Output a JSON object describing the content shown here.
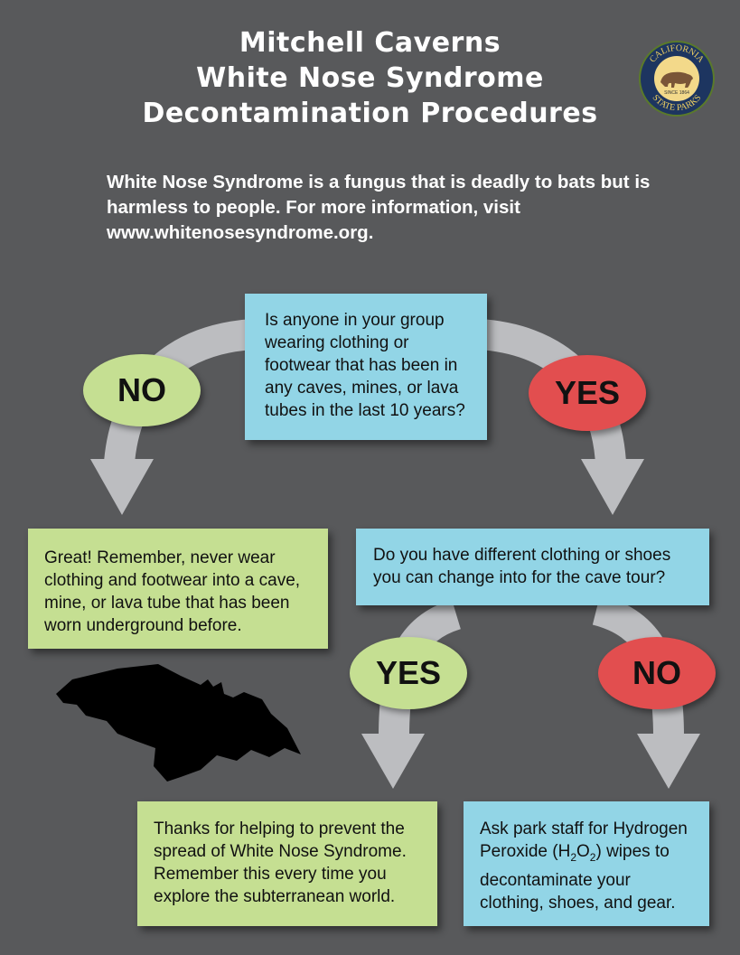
{
  "title": {
    "line1": "Mitchell Caverns",
    "line2": "White Nose Syndrome",
    "line3": "Decontamination Procedures"
  },
  "logo": {
    "text_top": "CALIFORNIA",
    "text_bottom": "STATE PARKS",
    "since": "SINCE 1864"
  },
  "intro": "White Nose Syndrome is a fungus that is deadly to bats but is harmless to people. For more information, visit www.whitenosesyndrome.org.",
  "question1": "Is anyone in your group wearing clothing or footwear that has been in any caves, mines, or lava tubes in the last 10 years?",
  "q1_no": "NO",
  "q1_yes": "YES",
  "result_no": "Great!  Remember, never wear clothing and footwear into a cave, mine, or lava tube that has been worn underground before.",
  "question2": "Do you have different clothing or shoes you can change into for the cave tour?",
  "q2_yes": "YES",
  "q2_no": "NO",
  "result_yes": "Thanks for helping to prevent the spread of White Nose Syndrome. Remember this every time you explore the subterranean world.",
  "result_h2o2": {
    "before": "Ask park staff for Hydrogen Peroxide (H",
    "sub1": "2",
    "mid": "O",
    "sub2": "2",
    "after": ") wipes to decontaminate your clothing, shoes, and gear."
  },
  "colors": {
    "background": "#58595b",
    "question_box": "#92d5e6",
    "positive": "#c5df92",
    "negative": "#e24e4f",
    "arrow": "#bcbdc0"
  }
}
